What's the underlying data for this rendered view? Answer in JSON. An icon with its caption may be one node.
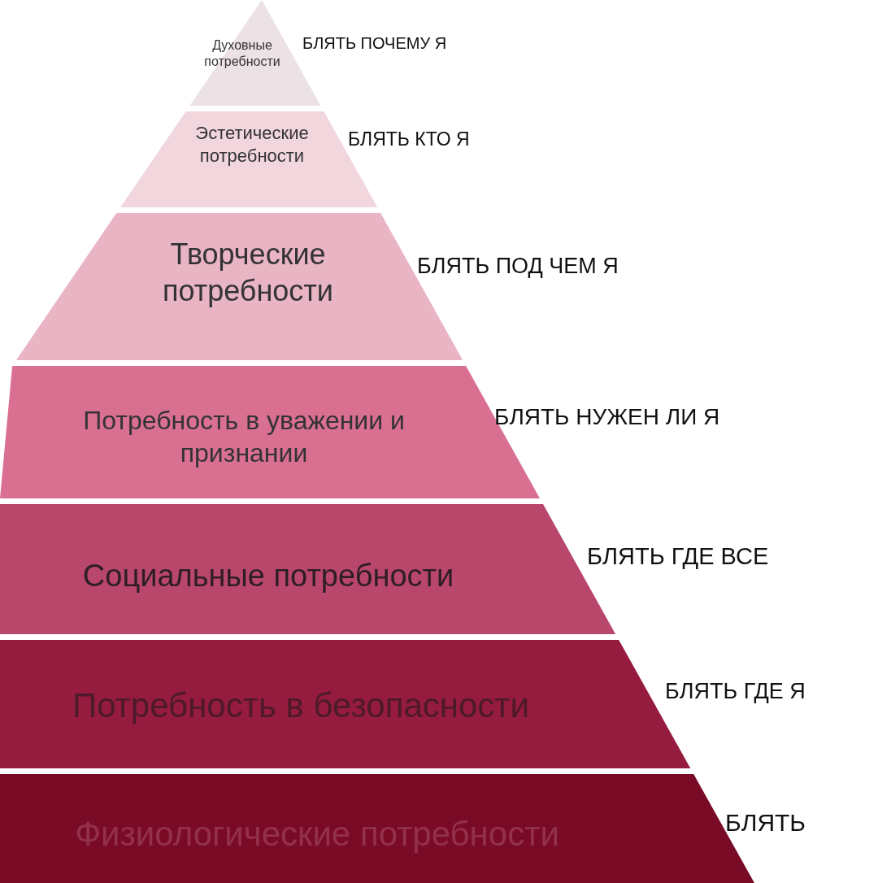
{
  "diagram": {
    "nodes": [
      {
        "text": [
          "Духовные потребности"
        ],
        "beside": [
          "БЛЯТЬ ПОЧЕМУ Я"
        ]
      },
      {
        "text": [
          "Эстетические потребности"
        ],
        "beside": [
          "БЛЯТЬ КТО Я"
        ]
      },
      {
        "text": [
          "Творческие потребности"
        ],
        "beside": [
          "БЛЯТЬ ПОД ЧЕМ Я"
        ]
      },
      {
        "text": [
          "Потребность в уважении и признании"
        ],
        "beside": [
          "БЛЯТЬ НУЖЕН ЛИ Я"
        ]
      },
      {
        "text": [
          "Социальные потребности"
        ],
        "beside": [
          "БЛЯТЬ ГДЕ ВСЕ"
        ]
      },
      {
        "text": [
          "Потребность в безопасности"
        ],
        "beside": [
          "БЛЯТЬ ГДЕ Я"
        ]
      },
      {
        "text": [
          "Физиологические потребности"
        ],
        "beside": [
          "БЛЯТЬ"
        ]
      }
    ]
  }
}
